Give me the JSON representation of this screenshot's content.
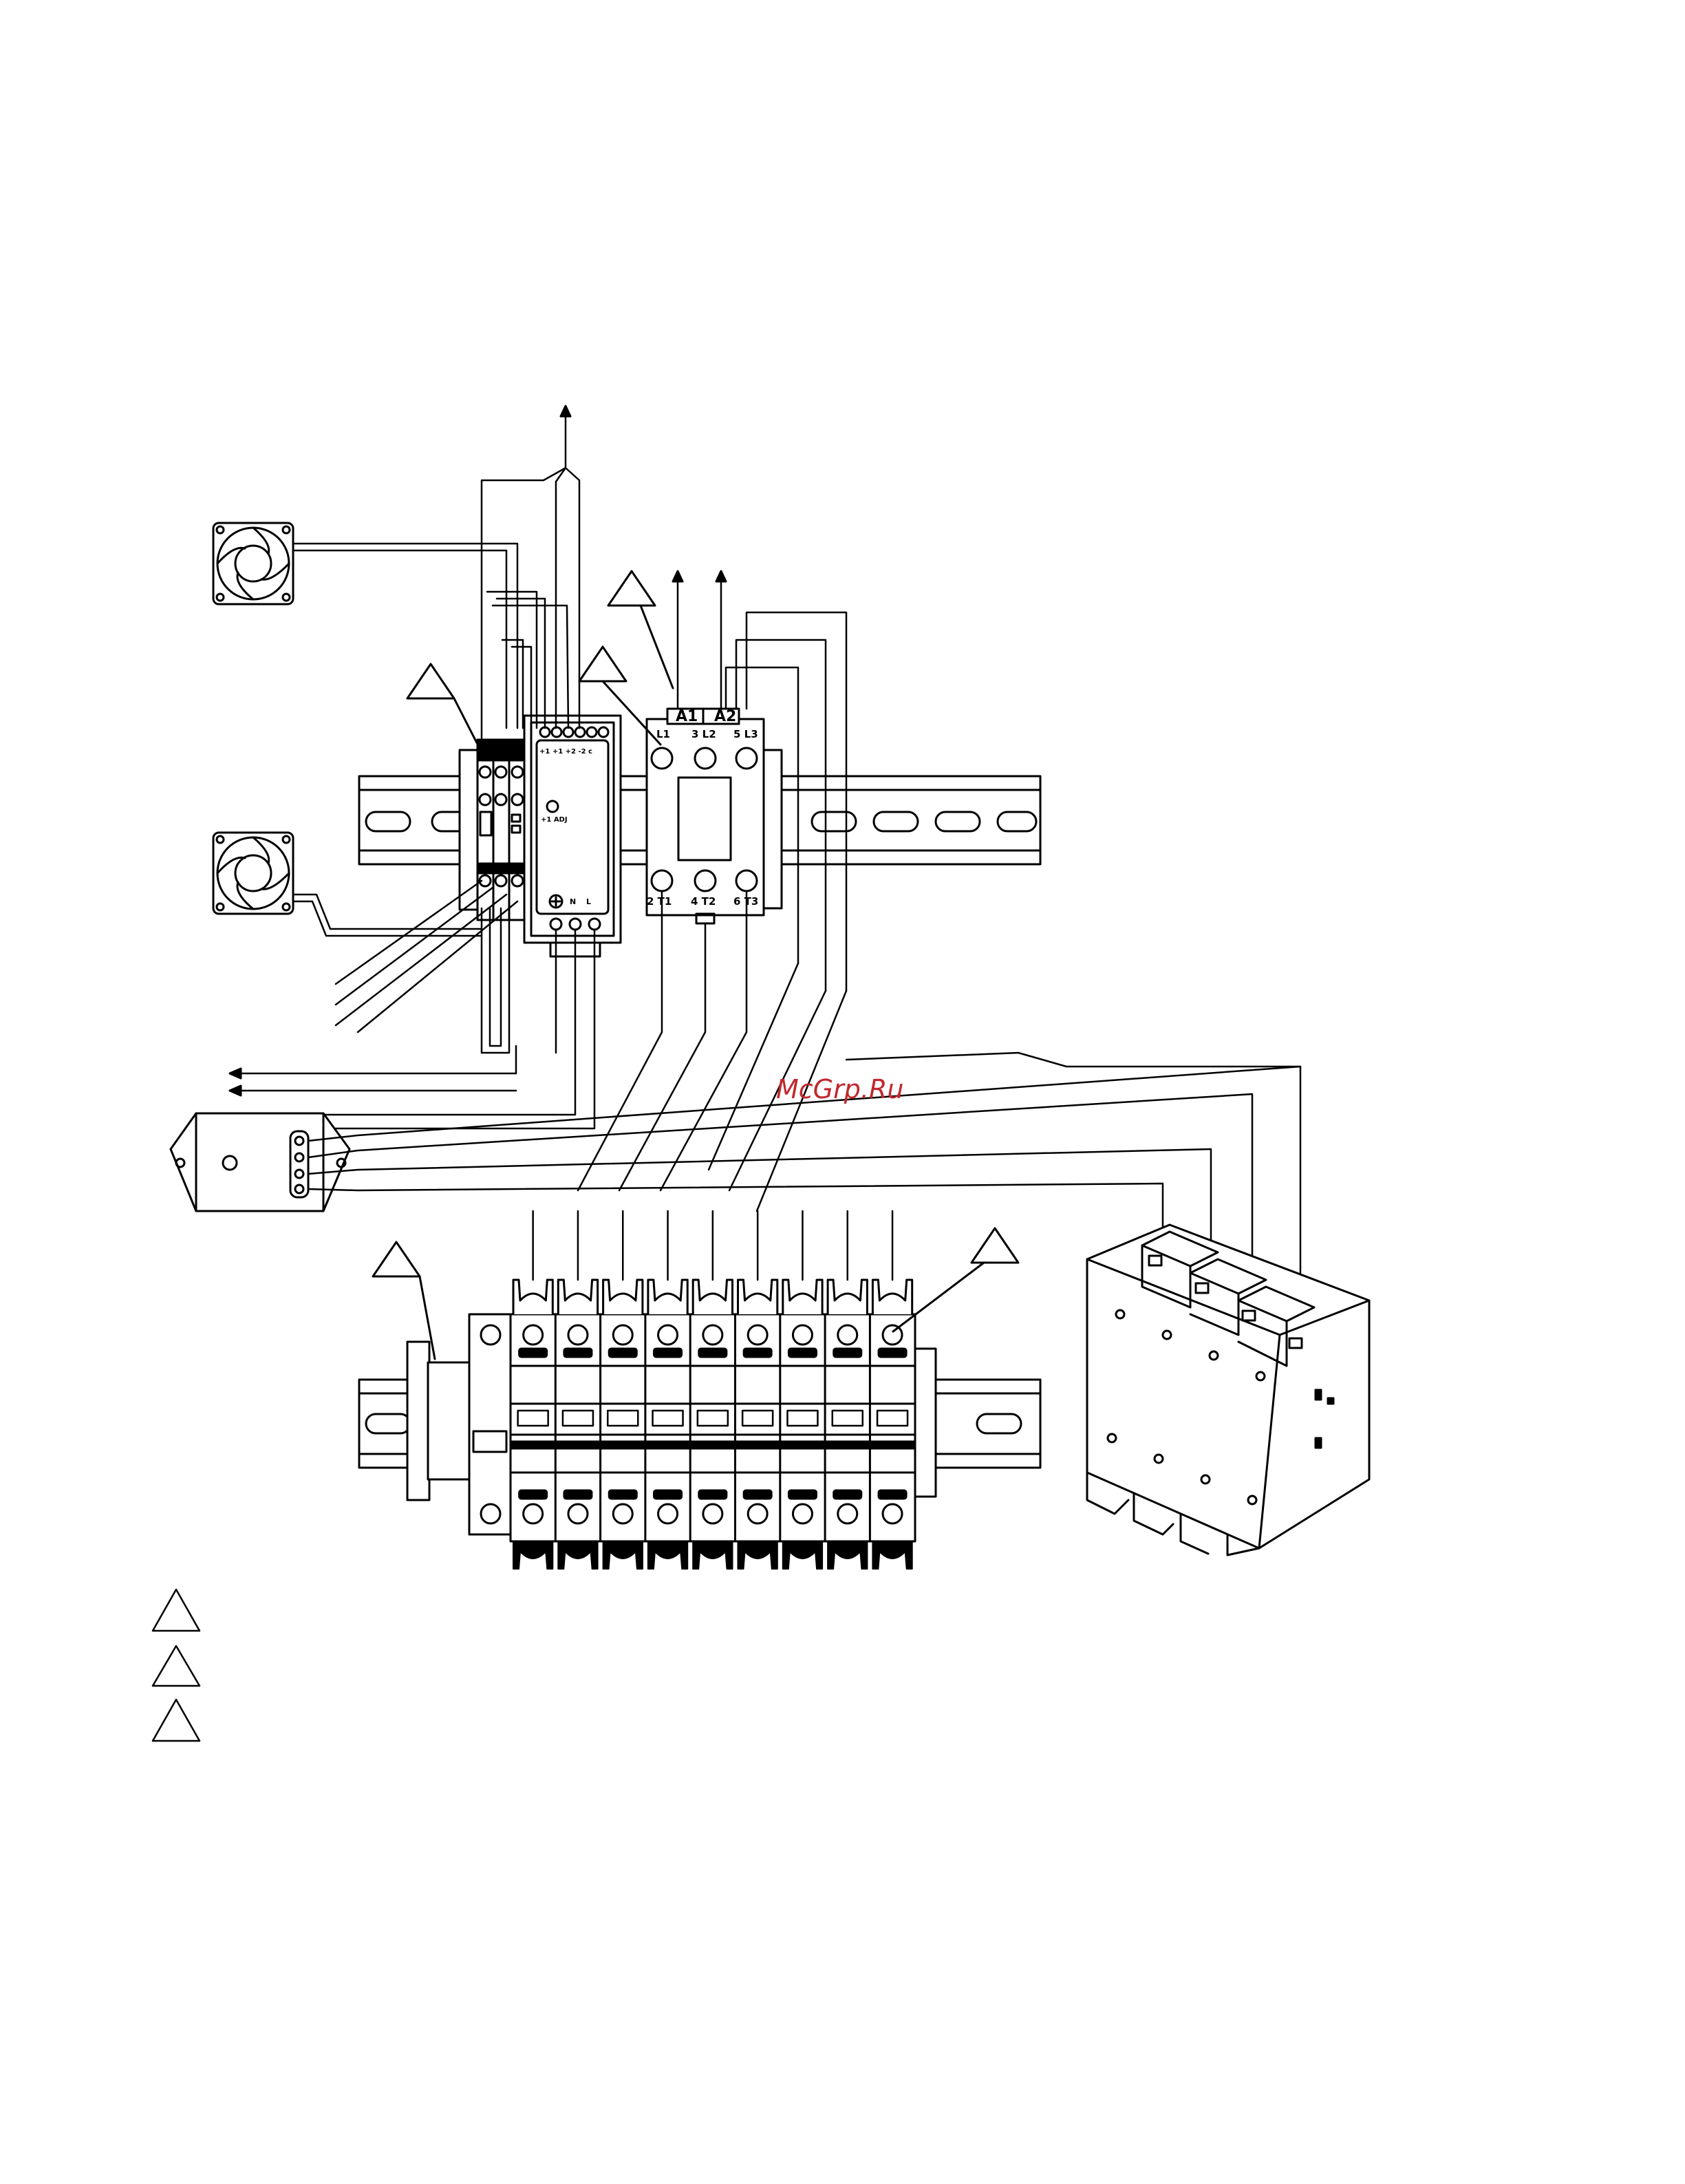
{
  "watermark": "McGrp.Ru",
  "contactor": {
    "coil_terminals": [
      "A1",
      "A2"
    ],
    "line_terminals": [
      "L1",
      "3 L2",
      "5 L3"
    ],
    "load_terminals": [
      "2 T1",
      "4 T2",
      "6 T3"
    ]
  },
  "controller": {
    "terminal_row": "+1 +1 +2 -2 c",
    "adj_label": "+1 ADJ",
    "bottom_labels": [
      "N",
      "L"
    ]
  },
  "colors": {
    "line": "#000000",
    "background": "#ffffff",
    "watermark": "#c0282e"
  }
}
